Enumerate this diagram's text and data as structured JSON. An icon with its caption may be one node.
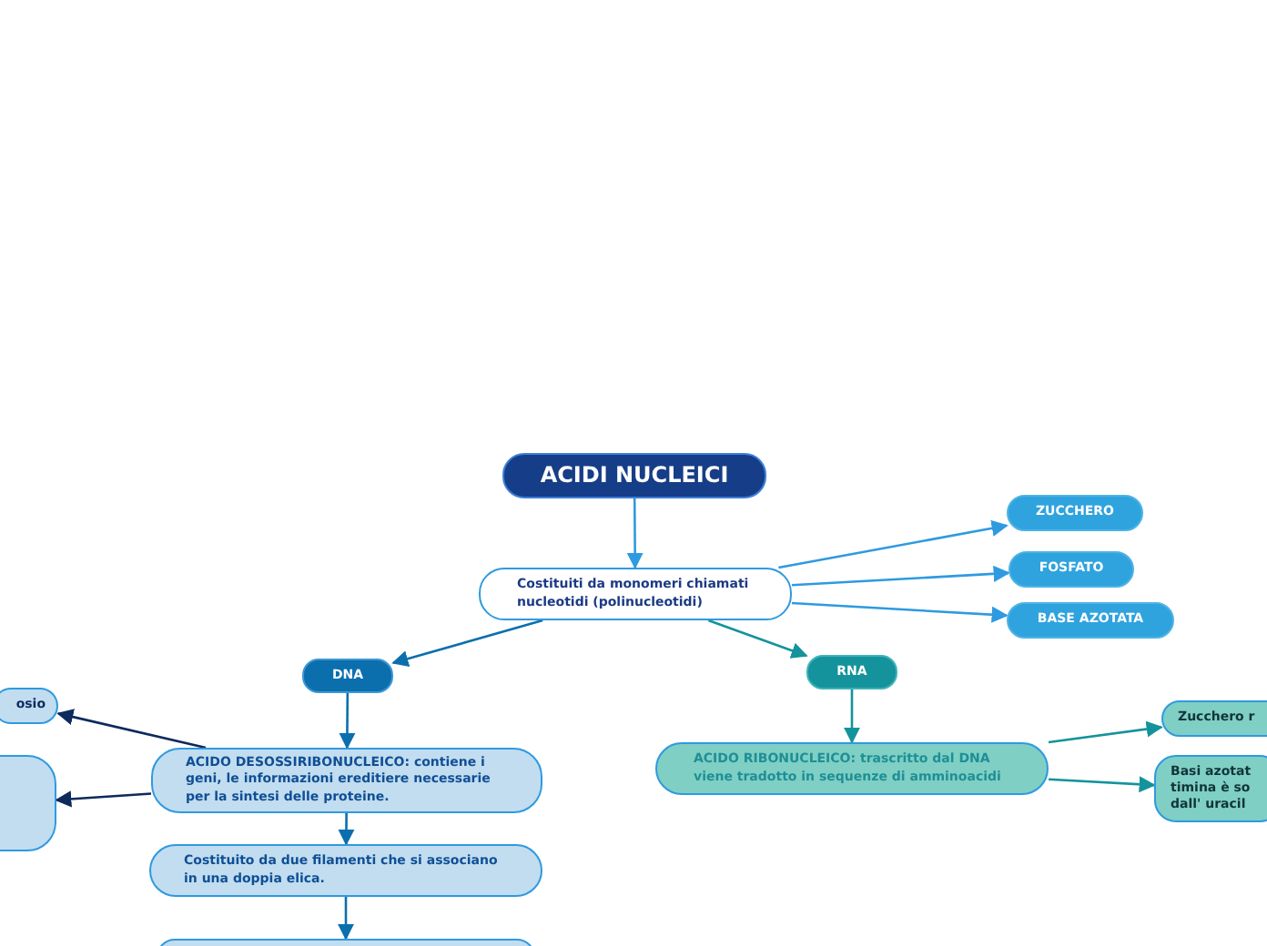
{
  "diagram": {
    "nodes": [
      {
        "text": [
          "ACIDI NUCLEICI"
        ]
      },
      {
        "text": [
          "Costituiti da monomeri chiamati nucleotidi (polinucleotidi)"
        ]
      },
      {
        "text": [
          "ZUCCHERO"
        ]
      },
      {
        "text": [
          "FOSFATO"
        ]
      },
      {
        "text": [
          "BASE AZOTATA"
        ]
      },
      {
        "text": [
          "DNA"
        ]
      },
      {
        "text": [
          "RNA"
        ]
      },
      {
        "text": [
          "osio"
        ]
      },
      {
        "text": [],
        "shape": "box"
      },
      {
        "text": [
          "ACIDO DESOSSIRIBONUCLEICO: contiene i geni, le informazioni ereditiere necessarie per la sintesi delle proteine."
        ]
      },
      {
        "text": [
          "Costituito da due filamenti che si associano in una doppia elica."
        ]
      },
      {
        "text": [],
        "shape": "box"
      },
      {
        "text": [
          "ACIDO RIBONUCLEICO: trascritto dal DNA viene tradotto in sequenze di amminoacidi"
        ]
      },
      {
        "text": [
          "Zucchero r"
        ]
      },
      {
        "text": [
          "Basi azotat timina è so dall' uracil"
        ]
      }
    ],
    "edges": [
      {
        "from": 0,
        "to": 1,
        "arrow": "to"
      },
      {
        "from": 1,
        "to": 2,
        "arrow": "to"
      },
      {
        "from": 1,
        "to": 3,
        "arrow": "to"
      },
      {
        "from": 1,
        "to": 4,
        "arrow": "to"
      },
      {
        "from": 1,
        "to": 5,
        "arrow": "to",
        "color": "#0b6fae"
      },
      {
        "from": 1,
        "to": 6,
        "arrow": "to",
        "color": "#14939c"
      },
      {
        "from": 5,
        "to": 9,
        "arrow": "to",
        "color": "#0b6fae"
      },
      {
        "from": 9,
        "to": 7,
        "arrow": "to",
        "color": "#0d2a5c"
      },
      {
        "from": 9,
        "to": 8,
        "arrow": "to",
        "color": "#0d2a5c"
      },
      {
        "from": 9,
        "to": 10,
        "arrow": "to",
        "color": "#0b6fae"
      },
      {
        "from": 10,
        "to": 11,
        "arrow": "to",
        "color": "#0b6fae"
      },
      {
        "from": 6,
        "to": 12,
        "arrow": "to",
        "color": "#14939c"
      },
      {
        "from": 12,
        "to": 13,
        "arrow": "to",
        "color": "#14939c"
      },
      {
        "from": 12,
        "to": 14,
        "arrow": "to",
        "color": "#14939c"
      }
    ]
  }
}
